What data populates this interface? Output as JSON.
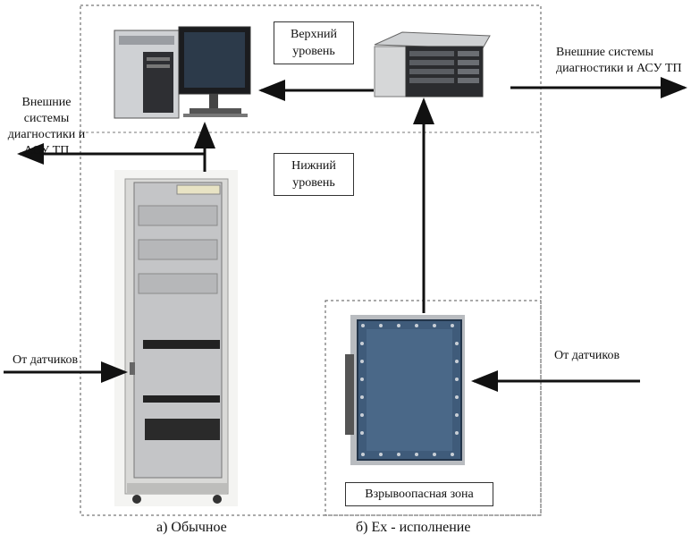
{
  "labels": {
    "upper_level": "Верхний уровень",
    "lower_level": "Нижний уровень",
    "external_left": "Внешние системы диагностики и АСУ ТП",
    "external_right": "Внешние системы диагностики и АСУ ТП",
    "sensors_left": "От датчиков",
    "sensors_right": "От датчиков",
    "hazard_zone": "Взрывоопасная зона",
    "caption_a": "а) Обычное",
    "caption_b": "б) Ex - исполнение"
  },
  "images": {
    "workstation": "desktop-computer-icon",
    "server": "rack-server-icon",
    "cabinet": "equipment-cabinet-icon",
    "ex_enclosure": "explosion-proof-enclosure-icon"
  }
}
